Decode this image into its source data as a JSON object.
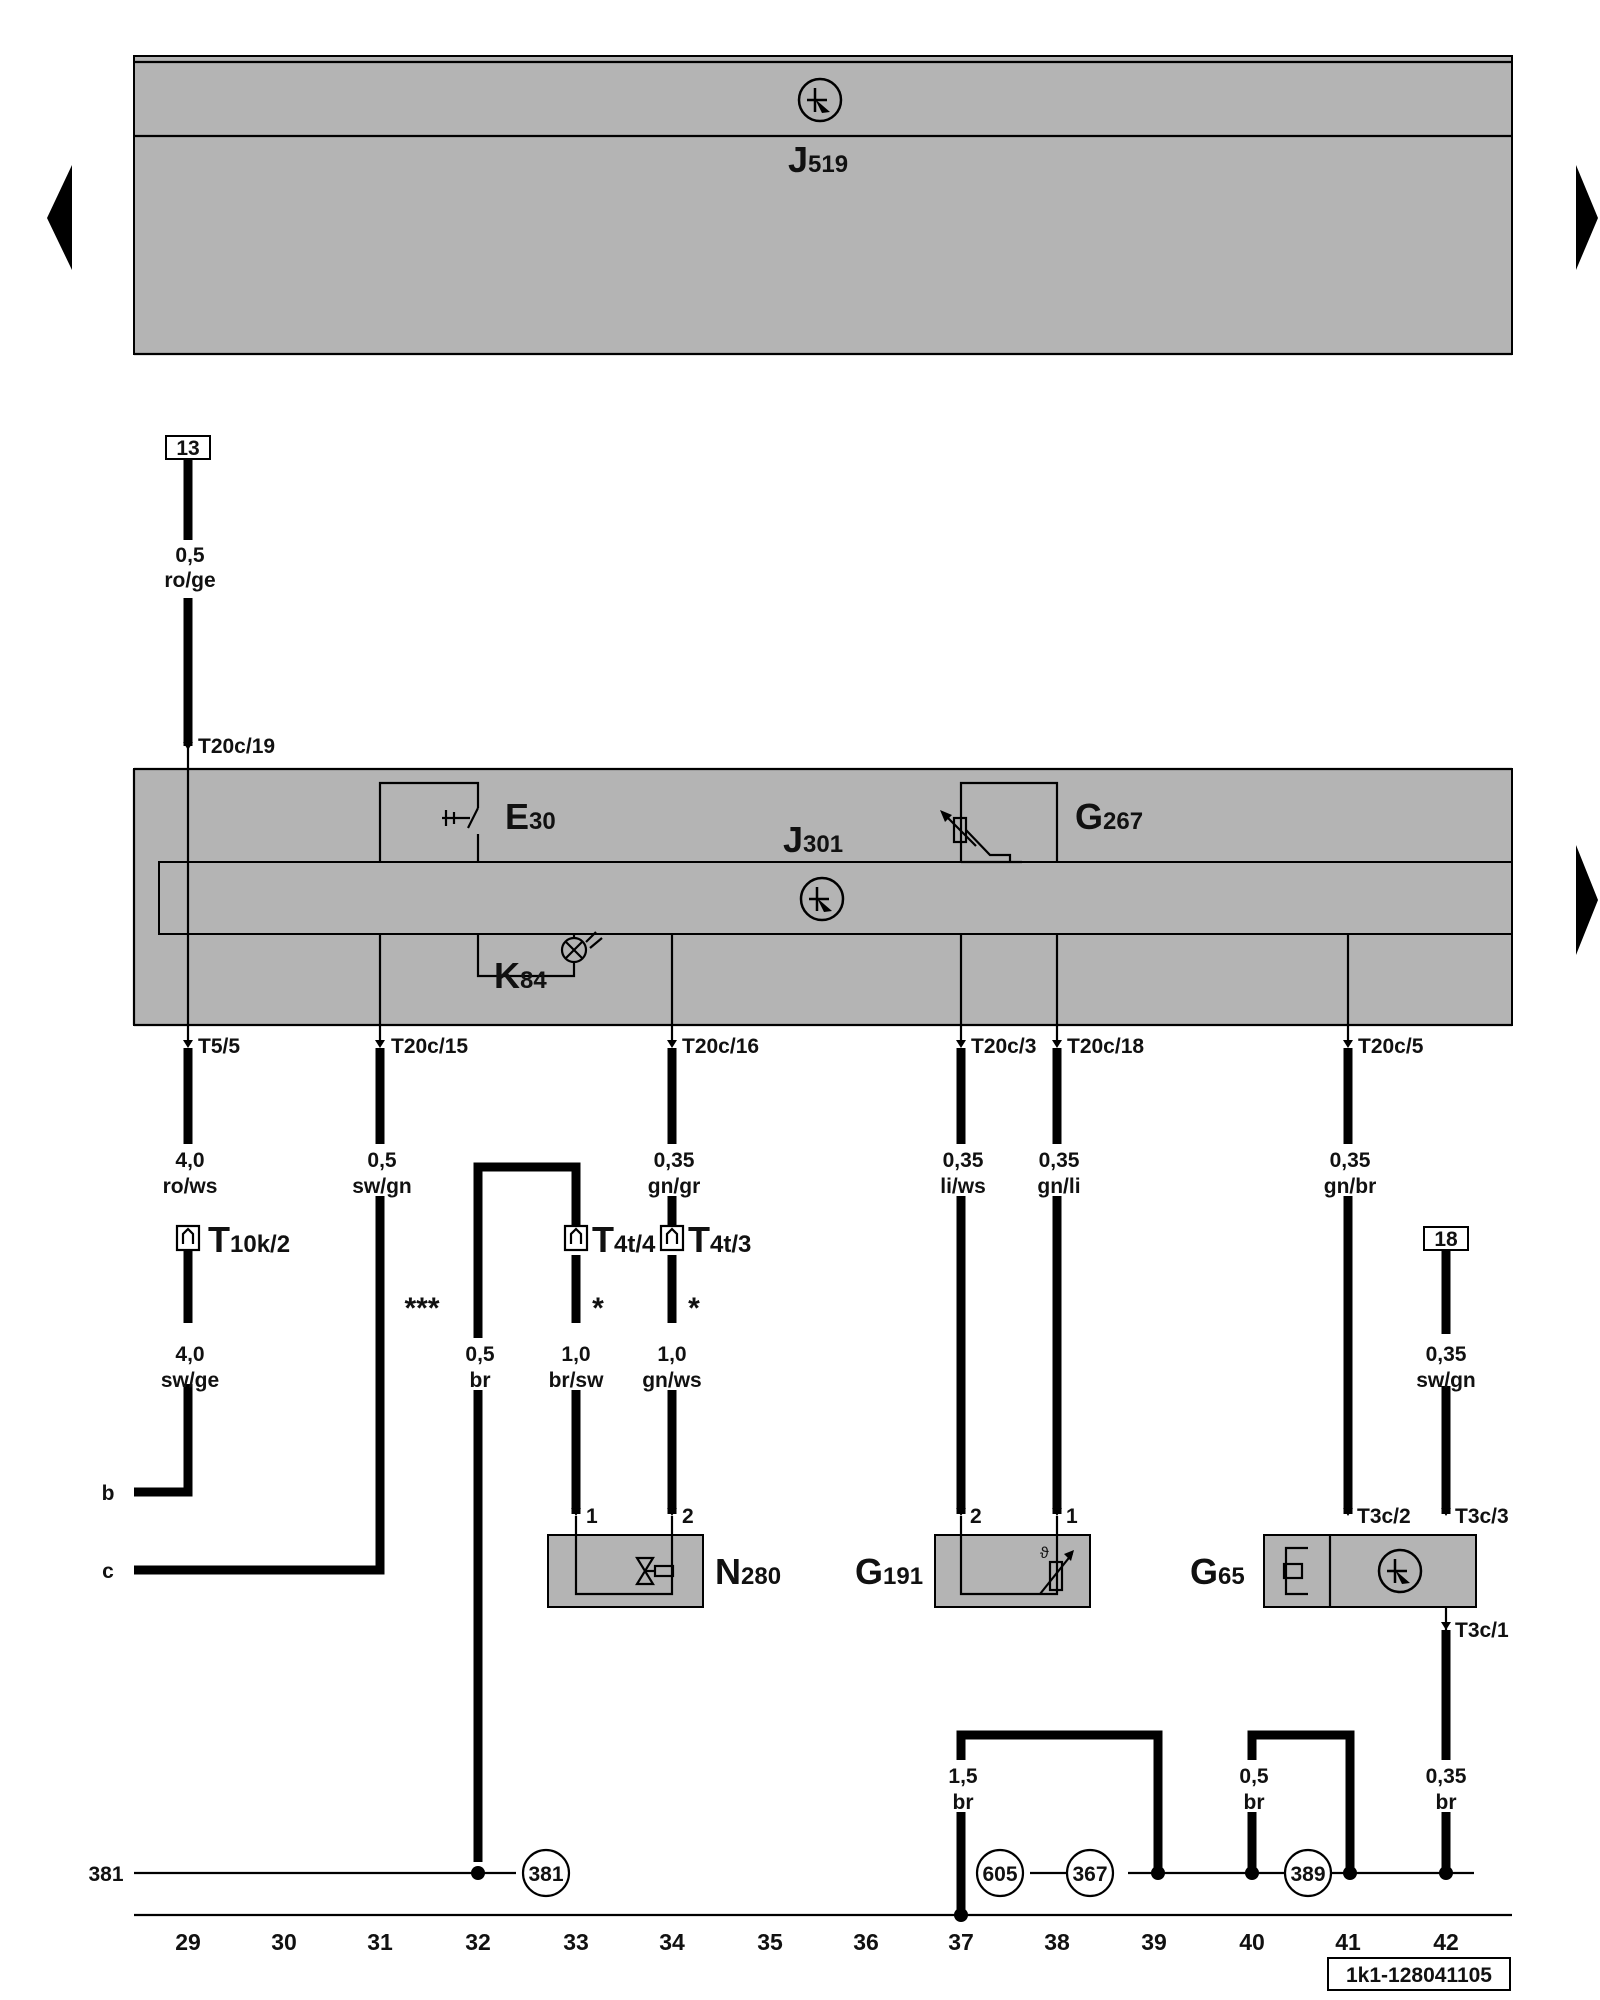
{
  "components": {
    "j519": {
      "code": "J",
      "sub": "519"
    },
    "j301": {
      "code": "J",
      "sub": "301"
    },
    "e30": {
      "code": "E",
      "sub": "30"
    },
    "g267": {
      "code": "G",
      "sub": "267"
    },
    "k84": {
      "code": "K",
      "sub": "84"
    },
    "n280": {
      "code": "N",
      "sub": "280"
    },
    "g191": {
      "code": "G",
      "sub": "191"
    },
    "g65": {
      "code": "G",
      "sub": "65"
    },
    "t10k2": {
      "code": "T",
      "sub": "10k/2"
    },
    "t4t4": {
      "code": "T",
      "sub": "4t/4"
    },
    "t4t3": {
      "code": "T",
      "sub": "4t/3"
    }
  },
  "pins": {
    "t20c19": "T20c/19",
    "t55": "T5/5",
    "t20c15": "T20c/15",
    "t20c16": "T20c/16",
    "t20c3": "T20c/3",
    "t20c18": "T20c/18",
    "t20c5": "T20c/5",
    "n280_1": "1",
    "n280_2": "2",
    "g191_2": "2",
    "g191_1": "1",
    "t3c2": "T3c/2",
    "t3c3": "T3c/3",
    "t3c1": "T3c/1"
  },
  "wires": {
    "w13": {
      "size": "0,5",
      "color": "ro/ge"
    },
    "w29a": {
      "size": "4,0",
      "color": "ro/ws"
    },
    "w29b": {
      "size": "4,0",
      "color": "sw/ge"
    },
    "w31": {
      "size": "0,5",
      "color": "sw/gn"
    },
    "w32": {
      "size": "0,5",
      "color": "br"
    },
    "w33": {
      "size": "1,0",
      "color": "br/sw"
    },
    "w34a": {
      "size": "0,35",
      "color": "gn/gr"
    },
    "w34b": {
      "size": "1,0",
      "color": "gn/ws"
    },
    "w37": {
      "size": "0,35",
      "color": "li/ws"
    },
    "w38": {
      "size": "0,35",
      "color": "gn/li"
    },
    "w41": {
      "size": "0,35",
      "color": "gn/br"
    },
    "w42": {
      "size": "0,35",
      "color": "sw/gn"
    },
    "w37g": {
      "size": "1,5",
      "color": "br"
    },
    "w40g": {
      "size": "0,5",
      "color": "br"
    },
    "w42g": {
      "size": "0,35",
      "color": "br"
    }
  },
  "notes": {
    "triple": "***",
    "single_a": "*",
    "single_b": "*"
  },
  "refs": {
    "r13": "13",
    "r18": "18"
  },
  "lines": {
    "b": "b",
    "c": "c",
    "l381": "381"
  },
  "grounds": {
    "g381": "381",
    "g605": "605",
    "g367": "367",
    "g389": "389"
  },
  "columns": [
    "29",
    "30",
    "31",
    "32",
    "33",
    "34",
    "35",
    "36",
    "37",
    "38",
    "39",
    "40",
    "41",
    "42"
  ],
  "footer": {
    "code": "1k1-128041105"
  }
}
